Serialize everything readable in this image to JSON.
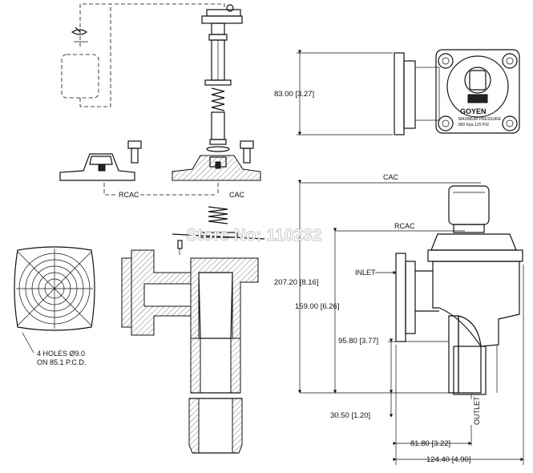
{
  "labels": {
    "cac_top": "CAC",
    "rcac_top": "RCAC",
    "rcac_mid": "RCAC",
    "cac_mid": "CAC",
    "inlet": "INLET",
    "outlet": "OUTLET",
    "holes_line1": "4 HOLES Ø9.0",
    "holes_line2": "ON 85.1 P.C.D.",
    "brand": "GOYEN",
    "max_pressure": "MAXIMUM PRESSURE",
    "pressure_values": "860 Kpa   125 PSI",
    "watermark": "Store No: 110232"
  },
  "dimensions": {
    "height_top": "83.00 [3.27]",
    "overall_height": "207.20 [8.16]",
    "inlet_height": "159.00 [6.26]",
    "mid_height": "95.80 [3.77]",
    "bottom_height": "30.50 [1.20]",
    "width_outlet": "81.80 [3.22]",
    "overall_width": "124.40 [4.90]"
  }
}
